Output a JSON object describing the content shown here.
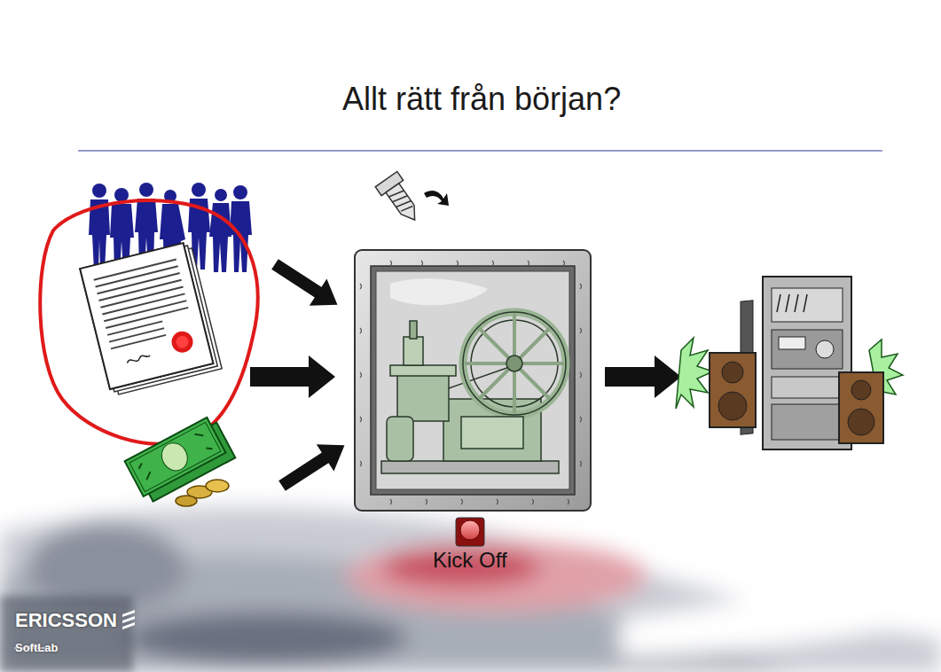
{
  "diagram": {
    "title": "Allt rätt från början?",
    "labels": [
      "Kick Off",
      "ERICSSON",
      "SoftLab"
    ]
  }
}
